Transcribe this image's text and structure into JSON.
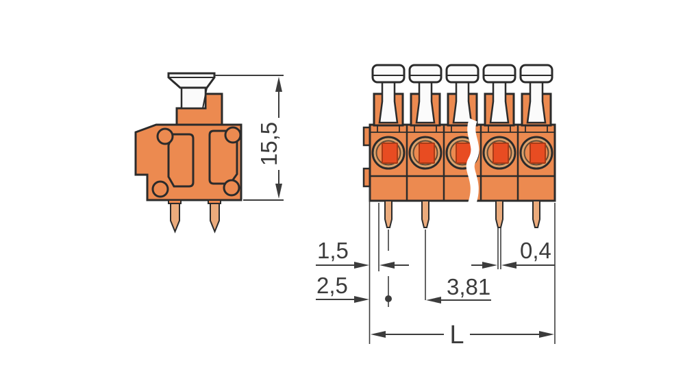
{
  "drawing": {
    "side_view": {
      "pole_count": 1,
      "pin_count": 2,
      "dimensions": {
        "height": "15,5"
      }
    },
    "front_view": {
      "pole_count": 5,
      "has_break_symbol": true,
      "dimensions": {
        "edge_inset": "1,5",
        "edge_to_first_pin": "2,5",
        "pin_pitch": "3,81",
        "pin_thickness": "0,4",
        "overall_length": "L"
      }
    },
    "colors": {
      "background": "#ffffff",
      "housing_orange": "#ec8a50",
      "clamp_red": "#e84c22",
      "clamp_red_outline": "#a83a16",
      "ring_tan": "#dca26c",
      "ring_inner_stroke": "#5e4a36",
      "pin_tan": "#ebab7c",
      "pusher_white": "#fbfbfb",
      "outline_dark": "#2b2b2b",
      "dimension_gray": "#3c3c3c"
    }
  }
}
